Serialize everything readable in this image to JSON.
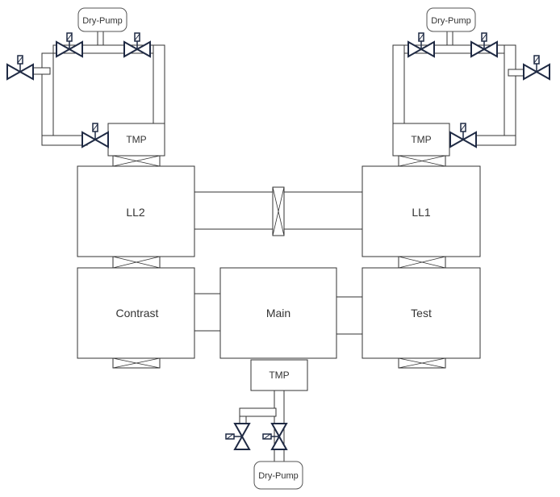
{
  "chambers": {
    "ll2": "LL2",
    "ll1": "LL1",
    "contrast": "Contrast",
    "main": "Main",
    "test": "Test"
  },
  "tmp_label": "TMP",
  "pump_label": "Dry-Pump",
  "colors": {
    "line": "#333333",
    "valve": "#1f2a44",
    "background": "#ffffff"
  }
}
